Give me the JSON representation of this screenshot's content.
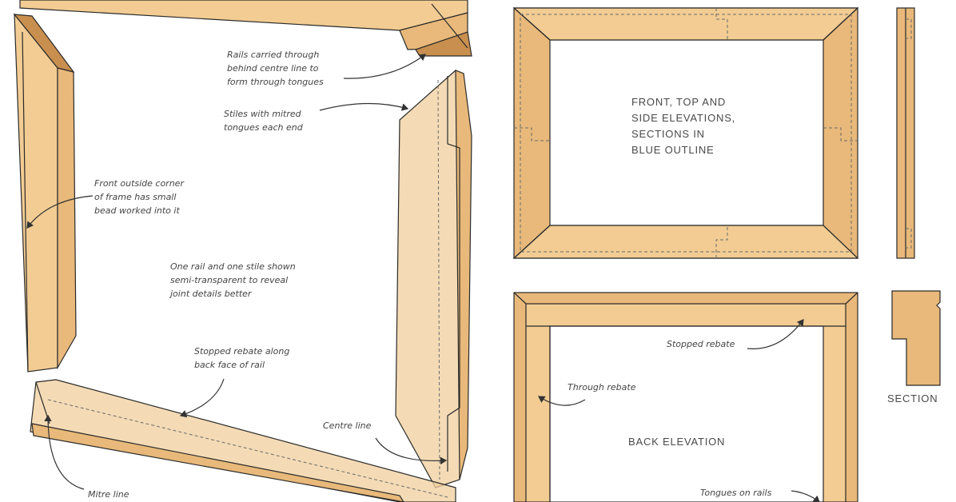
{
  "annotations": {
    "rails_carried": [
      "Rails carried through",
      "behind centre line to",
      "form through tongues"
    ],
    "stiles_mitred": [
      "Stiles with mitred",
      "tongues each end"
    ],
    "front_corner": [
      "Front outside corner",
      "of frame has small",
      "bead worked into it"
    ],
    "semi_transparent": [
      "One rail and one stile shown",
      "semi-transparent to reveal",
      "joint details better"
    ],
    "stopped_rebate_rail": [
      "Stopped rebate along",
      "back face of rail"
    ],
    "centre_line": "Centre line",
    "mitre_line": "Mitre line",
    "stopped_rebate": "Stopped rebate",
    "through_rebate": "Through rebate",
    "tongues_on_rails": "Tongues on rails"
  },
  "captions": {
    "front_elevations": [
      "FRONT, TOP AND",
      "SIDE ELEVATIONS,",
      "SECTIONS IN",
      "BLUE OUTLINE"
    ],
    "back_elevation": "BACK ELEVATION",
    "section": "SECTION"
  },
  "colors": {
    "wood": "#e8b97a",
    "wood_light": "#f2cc93",
    "wood_dark": "#c98f4f",
    "outline": "#2a2a2a"
  }
}
